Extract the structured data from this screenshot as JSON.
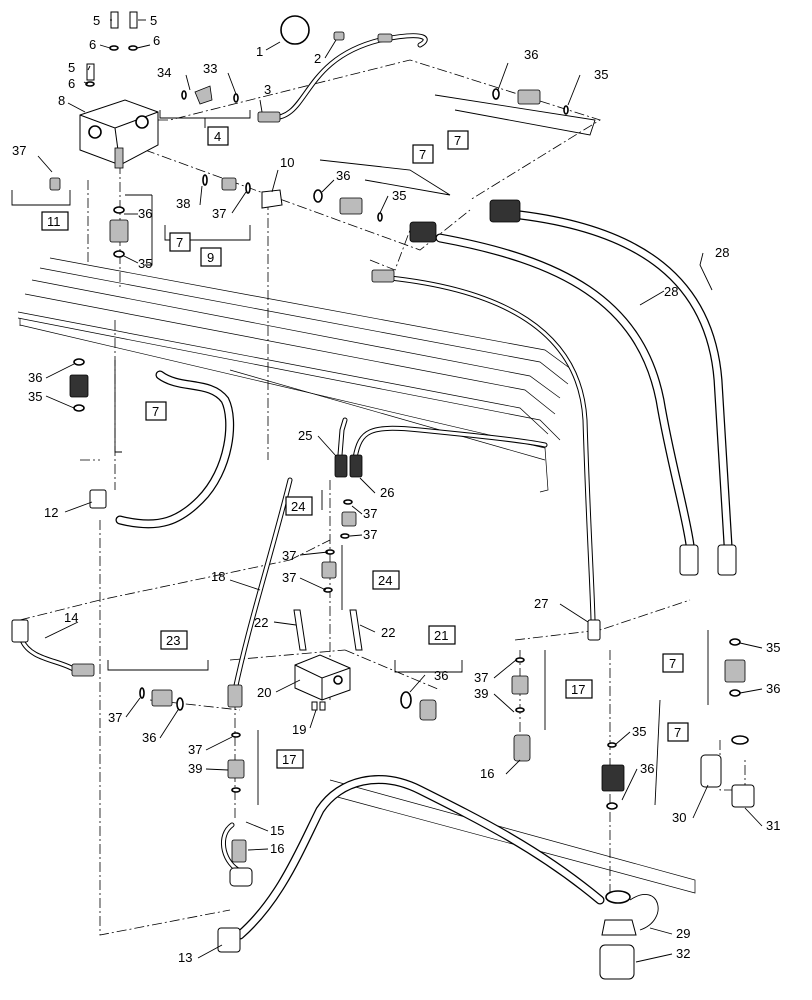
{
  "callouts": [
    {
      "id": "c1",
      "text": "1"
    },
    {
      "id": "c2",
      "text": "2"
    },
    {
      "id": "c3",
      "text": "3"
    },
    {
      "id": "c5a",
      "text": "5"
    },
    {
      "id": "c5b",
      "text": "5"
    },
    {
      "id": "c5c",
      "text": "5"
    },
    {
      "id": "c6a",
      "text": "6"
    },
    {
      "id": "c6b",
      "text": "6"
    },
    {
      "id": "c6c",
      "text": "6"
    },
    {
      "id": "c8",
      "text": "8"
    },
    {
      "id": "c33",
      "text": "33"
    },
    {
      "id": "c34",
      "text": "34"
    },
    {
      "id": "c36a",
      "text": "36"
    },
    {
      "id": "c35a",
      "text": "35"
    },
    {
      "id": "c37a",
      "text": "37"
    },
    {
      "id": "c10",
      "text": "10"
    },
    {
      "id": "c36b",
      "text": "36"
    },
    {
      "id": "c35b",
      "text": "35"
    },
    {
      "id": "c38",
      "text": "38"
    },
    {
      "id": "c37b",
      "text": "37"
    },
    {
      "id": "c36c",
      "text": "36"
    },
    {
      "id": "c35c",
      "text": "35"
    },
    {
      "id": "c28a",
      "text": "28"
    },
    {
      "id": "c28b",
      "text": "28"
    },
    {
      "id": "c36d",
      "text": "36"
    },
    {
      "id": "c35d",
      "text": "35"
    },
    {
      "id": "c25",
      "text": "25"
    },
    {
      "id": "c26",
      "text": "26"
    },
    {
      "id": "c37c",
      "text": "37"
    },
    {
      "id": "c37d",
      "text": "37"
    },
    {
      "id": "c12",
      "text": "12"
    },
    {
      "id": "c18",
      "text": "18"
    },
    {
      "id": "c37e",
      "text": "37"
    },
    {
      "id": "c37f",
      "text": "37"
    },
    {
      "id": "c22a",
      "text": "22"
    },
    {
      "id": "c22b",
      "text": "22"
    },
    {
      "id": "c14",
      "text": "14"
    },
    {
      "id": "c27",
      "text": "27"
    },
    {
      "id": "c20",
      "text": "20"
    },
    {
      "id": "c36e",
      "text": "36"
    },
    {
      "id": "c19",
      "text": "19"
    },
    {
      "id": "c37g",
      "text": "37"
    },
    {
      "id": "c36f",
      "text": "36"
    },
    {
      "id": "c37h",
      "text": "37"
    },
    {
      "id": "c39a",
      "text": "39"
    },
    {
      "id": "c37i",
      "text": "37"
    },
    {
      "id": "c39b",
      "text": "39"
    },
    {
      "id": "c16a",
      "text": "16"
    },
    {
      "id": "c15",
      "text": "15"
    },
    {
      "id": "c16b",
      "text": "16"
    },
    {
      "id": "c35e",
      "text": "35"
    },
    {
      "id": "c36g",
      "text": "36"
    },
    {
      "id": "c35f",
      "text": "35"
    },
    {
      "id": "c36h",
      "text": "36"
    },
    {
      "id": "c30",
      "text": "30"
    },
    {
      "id": "c31",
      "text": "31"
    },
    {
      "id": "c13",
      "text": "13"
    },
    {
      "id": "c29",
      "text": "29"
    },
    {
      "id": "c32",
      "text": "32"
    }
  ],
  "boxed_refs": [
    {
      "id": "b4",
      "text": "4"
    },
    {
      "id": "b7a",
      "text": "7"
    },
    {
      "id": "b7b",
      "text": "7"
    },
    {
      "id": "b11",
      "text": "11"
    },
    {
      "id": "b7c",
      "text": "7"
    },
    {
      "id": "b9",
      "text": "9"
    },
    {
      "id": "b7d",
      "text": "7"
    },
    {
      "id": "b24a",
      "text": "24"
    },
    {
      "id": "b24b",
      "text": "24"
    },
    {
      "id": "b23",
      "text": "23"
    },
    {
      "id": "b21",
      "text": "21"
    },
    {
      "id": "b17a",
      "text": "17"
    },
    {
      "id": "b17b",
      "text": "17"
    },
    {
      "id": "b7e",
      "text": "7"
    },
    {
      "id": "b7f",
      "text": "7"
    }
  ]
}
